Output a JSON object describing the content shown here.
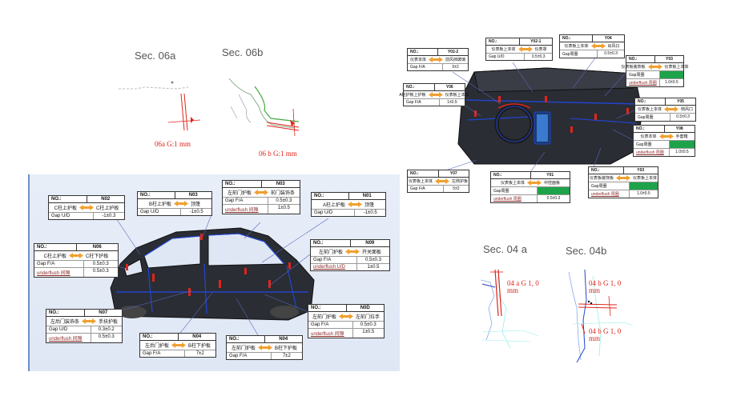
{
  "sections": {
    "sec06a": {
      "title": "Sec. 06a",
      "label": "06a G:1 mm"
    },
    "sec06b": {
      "title": "Sec. 06b",
      "label": "06 b G:1 mm"
    },
    "sec04a": {
      "title": "Sec. 04 a",
      "label": "04 a G 1, 0\nmm"
    },
    "sec04b": {
      "title": "Sec. 04b",
      "label_top": "04 b G 1, 0\nmm",
      "label_bottom": "04 b G 1, 0\nmm"
    }
  },
  "colors": {
    "accent_arrow": "#f0a030",
    "green_cell": "#1ea34a",
    "red_line": "#e0251b",
    "blue_line": "#2244cc",
    "underline_text": "#8b2a2a"
  },
  "body_callouts": [
    {
      "no_label": "NO.:",
      "id": "N02",
      "parts": [
        "C柱上护板",
        "C柱上护板"
      ],
      "rows": [
        {
          "label": "Gap U/D",
          "value": "-1±0.3"
        }
      ]
    },
    {
      "no_label": "NO.:",
      "id": "N03",
      "parts": [
        "B柱上护板",
        "顶篷"
      ],
      "rows": [
        {
          "label": "Gap U/D",
          "value": "-1±0.5"
        }
      ]
    },
    {
      "no_label": "NO.:",
      "id": "N03",
      "parts": [
        "左前门护板",
        "前门装饰条"
      ],
      "rows": [
        {
          "label": "Gap F/A",
          "value": "0.5±0.3"
        },
        {
          "label": "underflush 间隙",
          "value": "1±0.5"
        }
      ]
    },
    {
      "no_label": "NO.:",
      "id": "N01",
      "parts": [
        "A柱上护板",
        "顶篷"
      ],
      "rows": [
        {
          "label": "Gap U/D",
          "value": "-1±0.5"
        }
      ]
    },
    {
      "no_label": "NO.:",
      "id": "N06",
      "parts": [
        "C柱上护板",
        "C柱下护板"
      ],
      "rows": [
        {
          "label": "Gap F/A",
          "value": "0.5±0.3"
        },
        {
          "label": "underflush 间隙",
          "value": "0.5±0.3"
        }
      ]
    },
    {
      "no_label": "NO.:",
      "id": "N09",
      "parts": [
        "左前门护板",
        "开关面板"
      ],
      "rows": [
        {
          "label": "Gap F/A",
          "value": "0.5±0.3"
        },
        {
          "label": "underflush U/D",
          "value": "1±0.5"
        }
      ]
    },
    {
      "no_label": "NO.:",
      "id": "N07",
      "parts": [
        "左后门装饰条",
        "手扶护板"
      ],
      "rows": [
        {
          "label": "Gap U/D",
          "value": "0.3±0.2"
        },
        {
          "label": "underflush 间隙",
          "value": "0.5±0.3"
        }
      ]
    },
    {
      "no_label": "NO.:",
      "id": "N0D",
      "parts": [
        "左前门护板",
        "左前门拉手"
      ],
      "rows": [
        {
          "label": "Gap F/A",
          "value": "0.5±0.3"
        },
        {
          "label": "underflush 间隙",
          "value": "1±0.5"
        }
      ]
    },
    {
      "no_label": "NO.:",
      "id": "N04",
      "parts": [
        "左后门护板",
        "B柱下护板"
      ],
      "rows": [
        {
          "label": "Gap F/A",
          "value": "7±2"
        }
      ]
    },
    {
      "no_label": "NO.:",
      "id": "N04",
      "parts": [
        "左前门护板",
        "B柱下护板"
      ],
      "rows": [
        {
          "label": "Gap F/A",
          "value": "7±2"
        }
      ]
    }
  ],
  "dash_callouts": [
    {
      "no_label": "NO.:",
      "id": "Y02-2",
      "parts": [
        "仪表本体",
        "前风挡玻璃"
      ],
      "rows": [
        {
          "label": "Gap F/A",
          "value": "5±2"
        }
      ]
    },
    {
      "no_label": "NO.:",
      "id": "Y02-1",
      "parts": [
        "仪表板上本体",
        "仪表罩"
      ],
      "rows": [
        {
          "label": "Gap U/D",
          "value": "0.5±0.3"
        }
      ]
    },
    {
      "no_label": "NO.:",
      "id": "Y04",
      "parts": [
        "仪表板上本体",
        "出风口"
      ],
      "rows": [
        {
          "label": "Gap周圈",
          "value": "0.5±0.3"
        }
      ]
    },
    {
      "no_label": "NO.:",
      "id": "Y03",
      "parts": [
        "仪表板装饰板",
        "仪表板上本体"
      ],
      "rows": [
        {
          "label": "Gap周圈",
          "value": "",
          "green": true
        },
        {
          "label": "underflush 周圈",
          "value": "1.0±0.5"
        }
      ]
    },
    {
      "no_label": "NO.:",
      "id": "Y06",
      "parts": [
        "A柱护板上护板",
        "仪表板上本体"
      ],
      "rows": [
        {
          "label": "Gap F/A",
          "value": "1±0.5"
        }
      ]
    },
    {
      "no_label": "NO.:",
      "id": "Y05",
      "parts": [
        "仪表板上本体",
        "侧风口"
      ],
      "rows": [
        {
          "label": "Gap周圈",
          "value": "0.5±0.3"
        }
      ]
    },
    {
      "no_label": "NO.:",
      "id": "Y08",
      "parts": [
        "仪表本体",
        "手套箱"
      ],
      "rows": [
        {
          "label": "Gap周圈",
          "value": "",
          "green": true
        },
        {
          "label": "underflush 周圈",
          "value": "1.0±0.5"
        }
      ]
    },
    {
      "no_label": "NO.:",
      "id": "Y07",
      "parts": [
        "仪表板上本体",
        "左侧护板"
      ],
      "rows": [
        {
          "label": "Gap F/A",
          "value": "5±2"
        }
      ]
    },
    {
      "no_label": "NO.:",
      "id": "Y01",
      "parts": [
        "仪表板上本体",
        "中控面板"
      ],
      "rows": [
        {
          "label": "Gap周圈",
          "value": "",
          "green": true
        },
        {
          "label": "underflush 周圈",
          "value": "0.5±0.3"
        }
      ]
    },
    {
      "no_label": "NO.:",
      "id": "Y03",
      "parts": [
        "仪表板装饰板",
        "仪表板上本体"
      ],
      "rows": [
        {
          "label": "Gap周圈",
          "value": "",
          "green": true
        },
        {
          "label": "underflush 周圈",
          "value": "1.0±0.5"
        }
      ]
    }
  ]
}
